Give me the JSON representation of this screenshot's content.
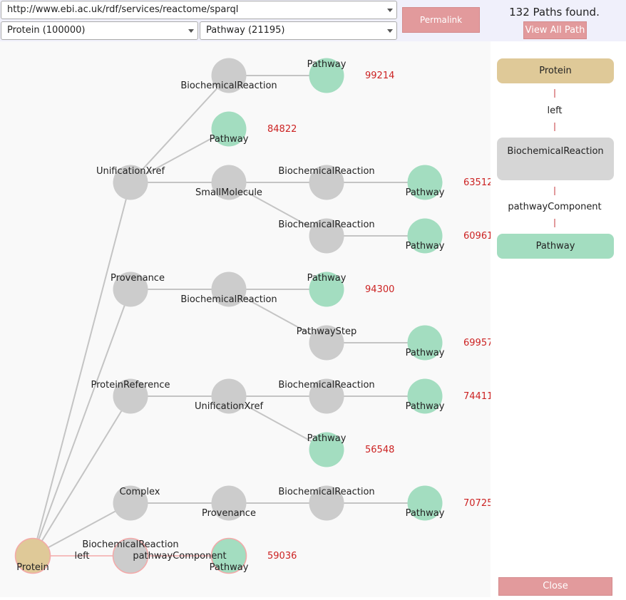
{
  "toolbar": {
    "endpoint": "http://www.ebi.ac.uk/rdf/services/reactome/sparql",
    "start_class": "Protein (100000)",
    "end_class": "Pathway (21195)",
    "permalink_label": "Permalink",
    "paths_found": "132 Paths found.",
    "view_all_label": "View All Path"
  },
  "graph": {
    "nodes": [
      {
        "label": "Protein",
        "kind": "start"
      },
      {
        "label": "UnificationXref",
        "kind": "mid"
      },
      {
        "label": "Provenance",
        "kind": "mid"
      },
      {
        "label": "ProteinReference",
        "kind": "mid"
      },
      {
        "label": "Complex",
        "kind": "mid"
      },
      {
        "label": "BiochemicalReaction",
        "kind": "mid"
      },
      {
        "label": "Pathway",
        "kind": "end",
        "count": "84822"
      },
      {
        "label": "SmallMolecule",
        "kind": "mid"
      },
      {
        "label": "BiochemicalReaction",
        "kind": "mid"
      },
      {
        "label": "UnificationXref",
        "kind": "mid"
      },
      {
        "label": "Provenance",
        "kind": "mid"
      },
      {
        "label": "Pathway",
        "kind": "end",
        "count": "99214"
      },
      {
        "label": "BiochemicalReaction",
        "kind": "mid"
      },
      {
        "label": "BiochemicalReaction",
        "kind": "mid"
      },
      {
        "label": "Pathway",
        "kind": "end",
        "count": "94300"
      },
      {
        "label": "PathwayStep",
        "kind": "mid"
      },
      {
        "label": "BiochemicalReaction",
        "kind": "mid"
      },
      {
        "label": "Pathway",
        "kind": "end",
        "count": "56548"
      },
      {
        "label": "BiochemicalReaction",
        "kind": "mid"
      },
      {
        "label": "Pathway",
        "kind": "end",
        "count": "63512"
      },
      {
        "label": "Pathway",
        "kind": "end",
        "count": "60961"
      },
      {
        "label": "Pathway",
        "kind": "end",
        "count": "69957"
      },
      {
        "label": "Pathway",
        "kind": "end",
        "count": "74411"
      },
      {
        "label": "Pathway",
        "kind": "end",
        "count": "70725"
      },
      {
        "label": "BiochemicalReaction",
        "kind": "selected"
      },
      {
        "label": "Pathway",
        "kind": "selected-end",
        "count": "59036"
      }
    ],
    "edges": [
      [
        0,
        1
      ],
      [
        0,
        2
      ],
      [
        0,
        3
      ],
      [
        0,
        4
      ],
      [
        1,
        5
      ],
      [
        1,
        6
      ],
      [
        1,
        7
      ],
      [
        5,
        11
      ],
      [
        7,
        12
      ],
      [
        7,
        13
      ],
      [
        12,
        19
      ],
      [
        13,
        20
      ],
      [
        2,
        8
      ],
      [
        8,
        14
      ],
      [
        8,
        15
      ],
      [
        15,
        21
      ],
      [
        3,
        9
      ],
      [
        9,
        16
      ],
      [
        9,
        17
      ],
      [
        16,
        22
      ],
      [
        4,
        10
      ],
      [
        10,
        18
      ],
      [
        18,
        23
      ],
      [
        0,
        24
      ],
      [
        24,
        25
      ]
    ],
    "selected_edge_labels": {
      "first": "left",
      "second": "pathwayComponent"
    }
  },
  "path_detail": {
    "nodes": [
      "Protein",
      "BiochemicalReaction",
      "Pathway"
    ],
    "edges": [
      "left",
      "pathwayComponent"
    ]
  },
  "close_label": "Close",
  "colors": {
    "start_node": "#dfc998",
    "mid_node": "#cccccc",
    "end_node": "#a3ddc0",
    "selected_outline": "#f4a9a9",
    "count_text": "#cc2222",
    "button": "#e29a9c"
  }
}
